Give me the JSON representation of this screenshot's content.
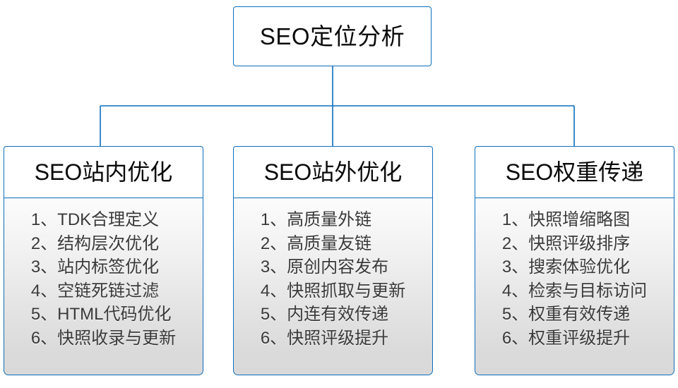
{
  "diagram": {
    "type": "organization-tree",
    "colors": {
      "border": "#0d6ebd",
      "connector": "#0d6ebd",
      "header_background": "#ffffff",
      "body_gradient_top": "#fcfcfc",
      "body_gradient_bottom": "#d9d9d9",
      "title_text": "#0a0a0a",
      "list_text": "#3a3a3a"
    },
    "root": {
      "title": "SEO定位分析"
    },
    "branches": [
      {
        "title": "SEO站内优化",
        "items": [
          "1、TDK合理定义",
          "2、结构层次优化",
          "3、站内标签优化",
          "4、空链死链过滤",
          "5、HTML代码优化",
          "6、快照收录与更新"
        ]
      },
      {
        "title": "SEO站外优化",
        "items": [
          "1、高质量外链",
          "2、高质量友链",
          "3、原创内容发布",
          "4、快照抓取与更新",
          "5、内连有效传递",
          "6、快照评级提升"
        ]
      },
      {
        "title": "SEO权重传递",
        "items": [
          "1、快照增缩略图",
          "2、快照评级排序",
          "3、搜索体验优化",
          "4、检索与目标访问",
          "5、权重有效传递",
          "6、权重评级提升"
        ]
      }
    ]
  }
}
